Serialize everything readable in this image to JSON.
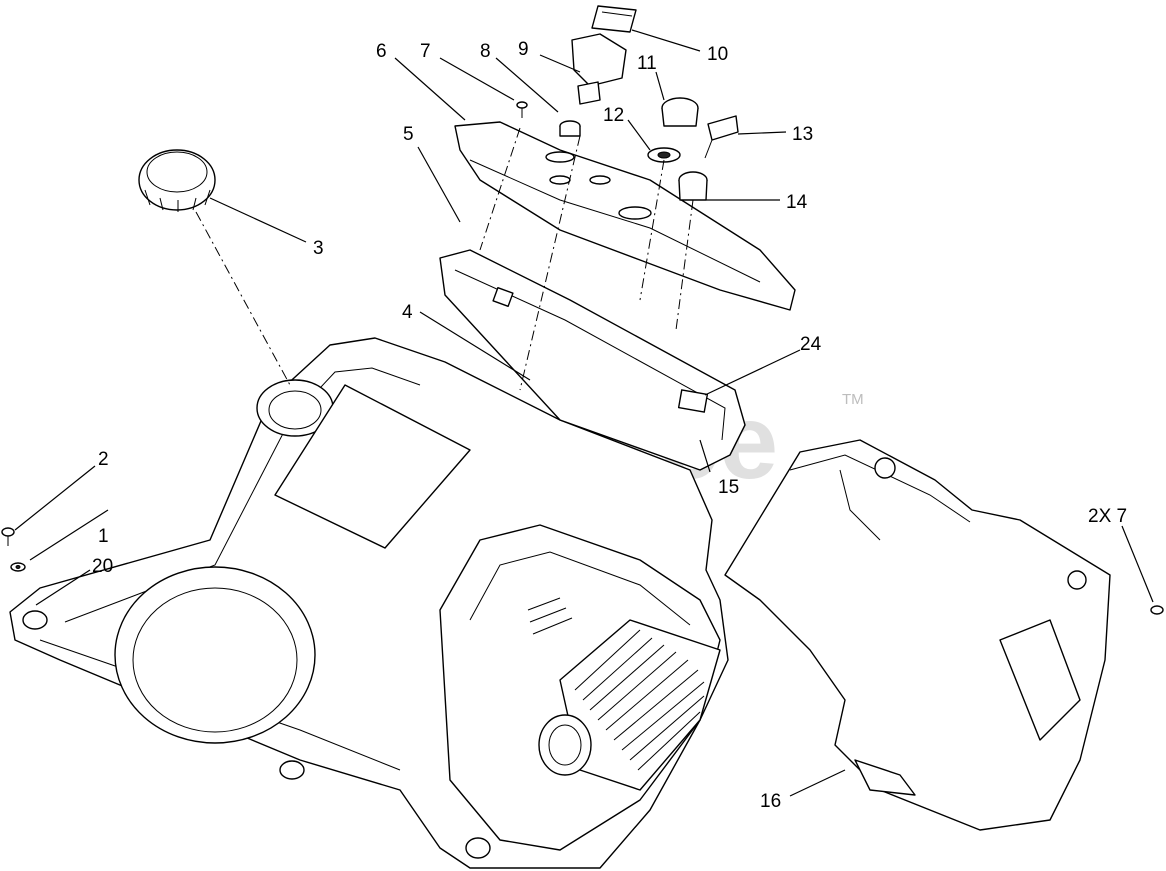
{
  "watermark": {
    "text": "PartsTree",
    "trademark": "TM"
  },
  "callouts": [
    {
      "id": "c1",
      "label": "1"
    },
    {
      "id": "c2",
      "label": "2"
    },
    {
      "id": "c3",
      "label": "3"
    },
    {
      "id": "c4",
      "label": "4"
    },
    {
      "id": "c5",
      "label": "5"
    },
    {
      "id": "c6",
      "label": "6"
    },
    {
      "id": "c7",
      "label": "7"
    },
    {
      "id": "c8",
      "label": "8"
    },
    {
      "id": "c9",
      "label": "9"
    },
    {
      "id": "c10",
      "label": "10"
    },
    {
      "id": "c11",
      "label": "11"
    },
    {
      "id": "c12",
      "label": "12"
    },
    {
      "id": "c13",
      "label": "13"
    },
    {
      "id": "c14",
      "label": "14"
    },
    {
      "id": "c15",
      "label": "15"
    },
    {
      "id": "c16",
      "label": "16"
    },
    {
      "id": "c20",
      "label": "20"
    },
    {
      "id": "c24",
      "label": "24"
    },
    {
      "id": "c2x7",
      "label": "2X 7"
    }
  ]
}
